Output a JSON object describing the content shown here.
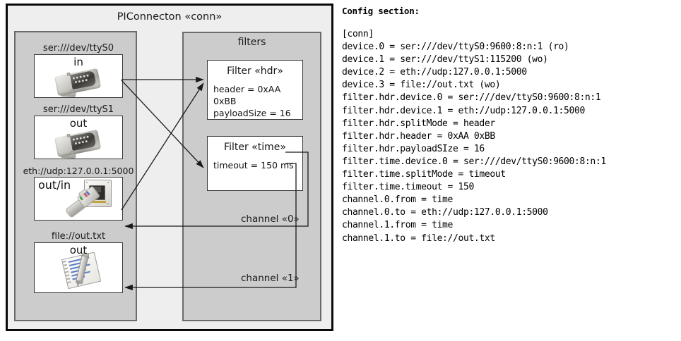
{
  "diagram": {
    "title": "PIConnecton «conn»",
    "devices_group": {
      "devices": [
        {
          "label": "ser:///dev/ttyS0",
          "direction": "in",
          "icon": "serial-db9-connector-icon"
        },
        {
          "label": "ser:///dev/ttyS1",
          "direction": "out",
          "icon": "serial-db9-connector-icon"
        },
        {
          "label": "eth://udp:127.0.0.1:5000",
          "direction": "out/in",
          "icon": "ethernet-rj45-icon"
        },
        {
          "label": "file://out.txt",
          "direction": "out",
          "icon": "notepad-pencil-icon"
        }
      ]
    },
    "filters_group": {
      "title": "filters",
      "filters": [
        {
          "title": "Filter «hdr»",
          "props": [
            "header = 0xAA 0xBB",
            "payloadSize = 16"
          ]
        },
        {
          "title": "Filter «time»",
          "props": [
            "timeout = 150 ms"
          ]
        }
      ]
    },
    "channels": [
      {
        "label": "channel «0»"
      },
      {
        "label": "channel «1»"
      }
    ],
    "colors": {
      "outer_border": "#0a0a0a",
      "outer_fill": "#eeeeee",
      "group_fill": "#cccccc",
      "group_border": "#6b6b6b",
      "box_fill": "#ffffff",
      "box_border": "#3a3a3a",
      "wire": "#1a1a1a"
    }
  },
  "config": {
    "heading": "Config section:",
    "lines": [
      "[conn]",
      "device.0 = ser:///dev/ttyS0:9600:8:n:1 (ro)",
      "device.1 = ser:///dev/ttyS1:115200 (wo)",
      "device.2 = eth://udp:127.0.0.1:5000",
      "device.3 = file://out.txt (wo)",
      "filter.hdr.device.0 = ser:///dev/ttyS0:9600:8:n:1",
      "filter.hdr.device.1 = eth://udp:127.0.0.1:5000",
      "filter.hdr.splitMode = header",
      "filter.hdr.header = 0xAA 0xBB",
      "filter.hdr.payloadSIze = 16",
      "filter.time.device.0 = ser:///dev/ttyS0:9600:8:n:1",
      "filter.time.splitMode = timeout",
      "filter.time.timeout = 150",
      "channel.0.from = time",
      "channel.0.to = eth://udp:127.0.0.1:5000",
      "channel.1.from = time",
      "channel.1.to = file://out.txt"
    ]
  }
}
